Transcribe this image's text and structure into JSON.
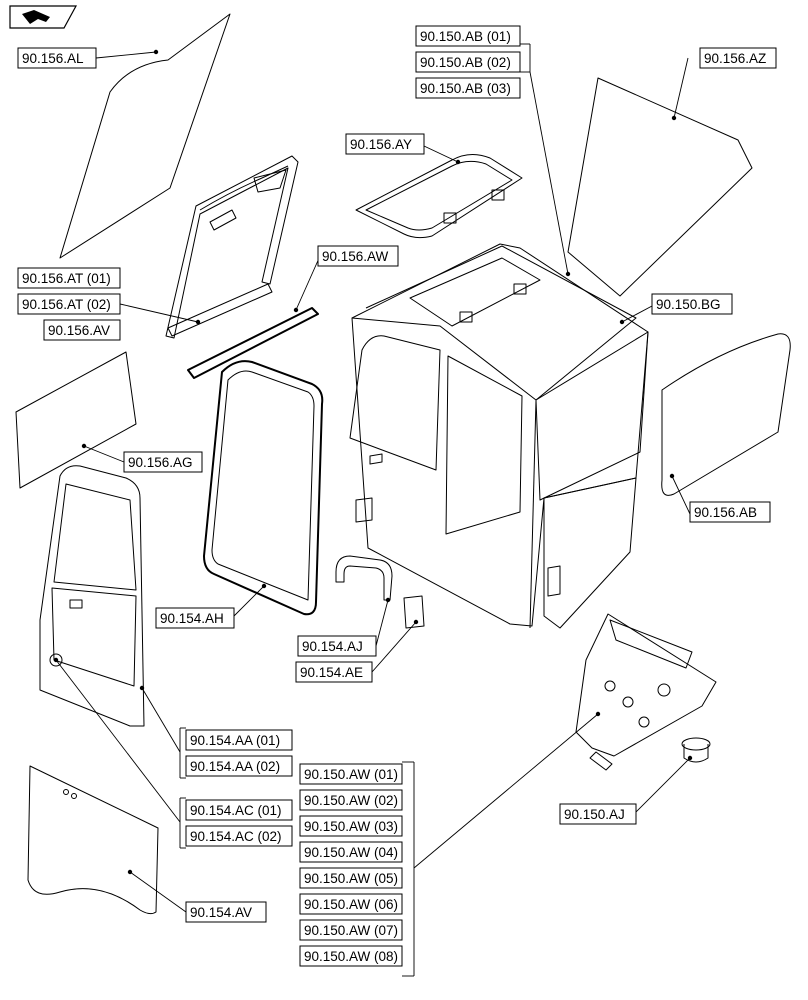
{
  "labels": {
    "al": "90.156.AL",
    "ab1": "90.150.AB (01)",
    "ab2": "90.150.AB (02)",
    "ab3": "90.150.AB (03)",
    "az": "90.156.AZ",
    "ay": "90.156.AY",
    "aw156": "90.156.AW",
    "at1": "90.156.AT (01)",
    "at2": "90.156.AT (02)",
    "av156": "90.156.AV",
    "bg": "90.150.BG",
    "ag": "90.156.AG",
    "ab156": "90.156.AB",
    "ah": "90.154.AH",
    "aj154": "90.154.AJ",
    "ae": "90.154.AE",
    "aa1": "90.154.AA (01)",
    "aa2": "90.154.AA (02)",
    "ac1": "90.154.AC (01)",
    "ac2": "90.154.AC (02)",
    "av154": "90.154.AV",
    "aj150": "90.150.AJ",
    "aw": [
      "90.150.AW (01)",
      "90.150.AW (02)",
      "90.150.AW (03)",
      "90.150.AW (04)",
      "90.150.AW (05)",
      "90.150.AW (06)",
      "90.150.AW (07)",
      "90.150.AW (08)"
    ]
  },
  "nav_icon": "next-page-arrow-icon"
}
